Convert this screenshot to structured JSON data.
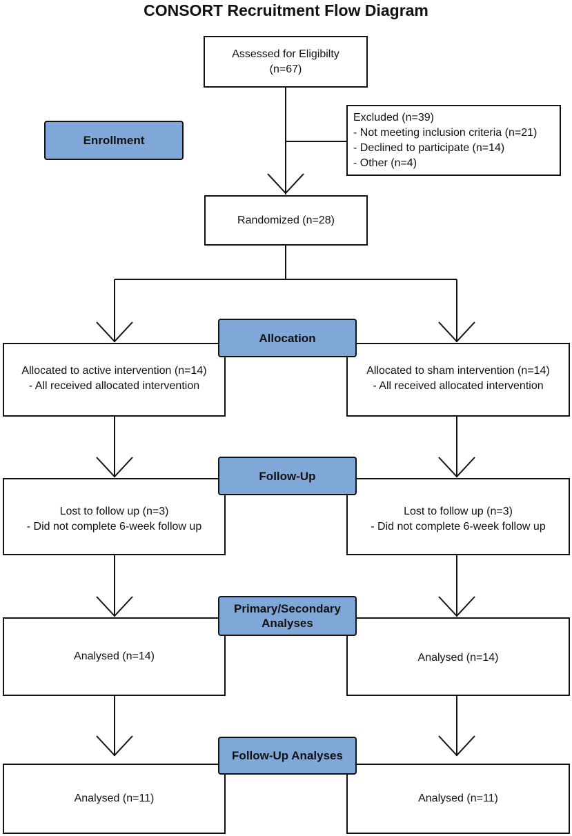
{
  "title": "CONSORT Recruitment Flow Diagram",
  "stages": {
    "enrollment": "Enrollment",
    "allocation": "Allocation",
    "follow_up": "Follow-Up",
    "primary_secondary_1": "Primary/Secondary",
    "primary_secondary_2": "Analyses",
    "follow_up_analyses": "Follow-Up Analyses"
  },
  "assessed": {
    "line1": "Assessed for Eligibilty",
    "line2": "(n=67)"
  },
  "excluded": {
    "heading": "Excluded (n=39)",
    "items": [
      "- Not meeting inclusion criteria (n=21)",
      "- Declined to participate (n=14)",
      "- Other (n=4)"
    ]
  },
  "randomized": "Randomized (n=28)",
  "allocation": {
    "active": {
      "line1": "Allocated to active intervention (n=14)",
      "line2": "- All received allocated intervention"
    },
    "sham": {
      "line1": "Allocated to sham intervention (n=14)",
      "line2": "- All received allocated intervention"
    }
  },
  "followup": {
    "active": {
      "line1": "Lost to follow up (n=3)",
      "line2": "- Did not complete 6-week follow up"
    },
    "sham": {
      "line1": "Lost to follow up (n=3)",
      "line2": "- Did not complete 6-week follow up"
    }
  },
  "analysed": {
    "active": "Analysed (n=14)",
    "sham": "Analysed (n=14)"
  },
  "followup_analysed": {
    "active": "Analysed (n=11)",
    "sham": "Analysed (n=11)"
  }
}
